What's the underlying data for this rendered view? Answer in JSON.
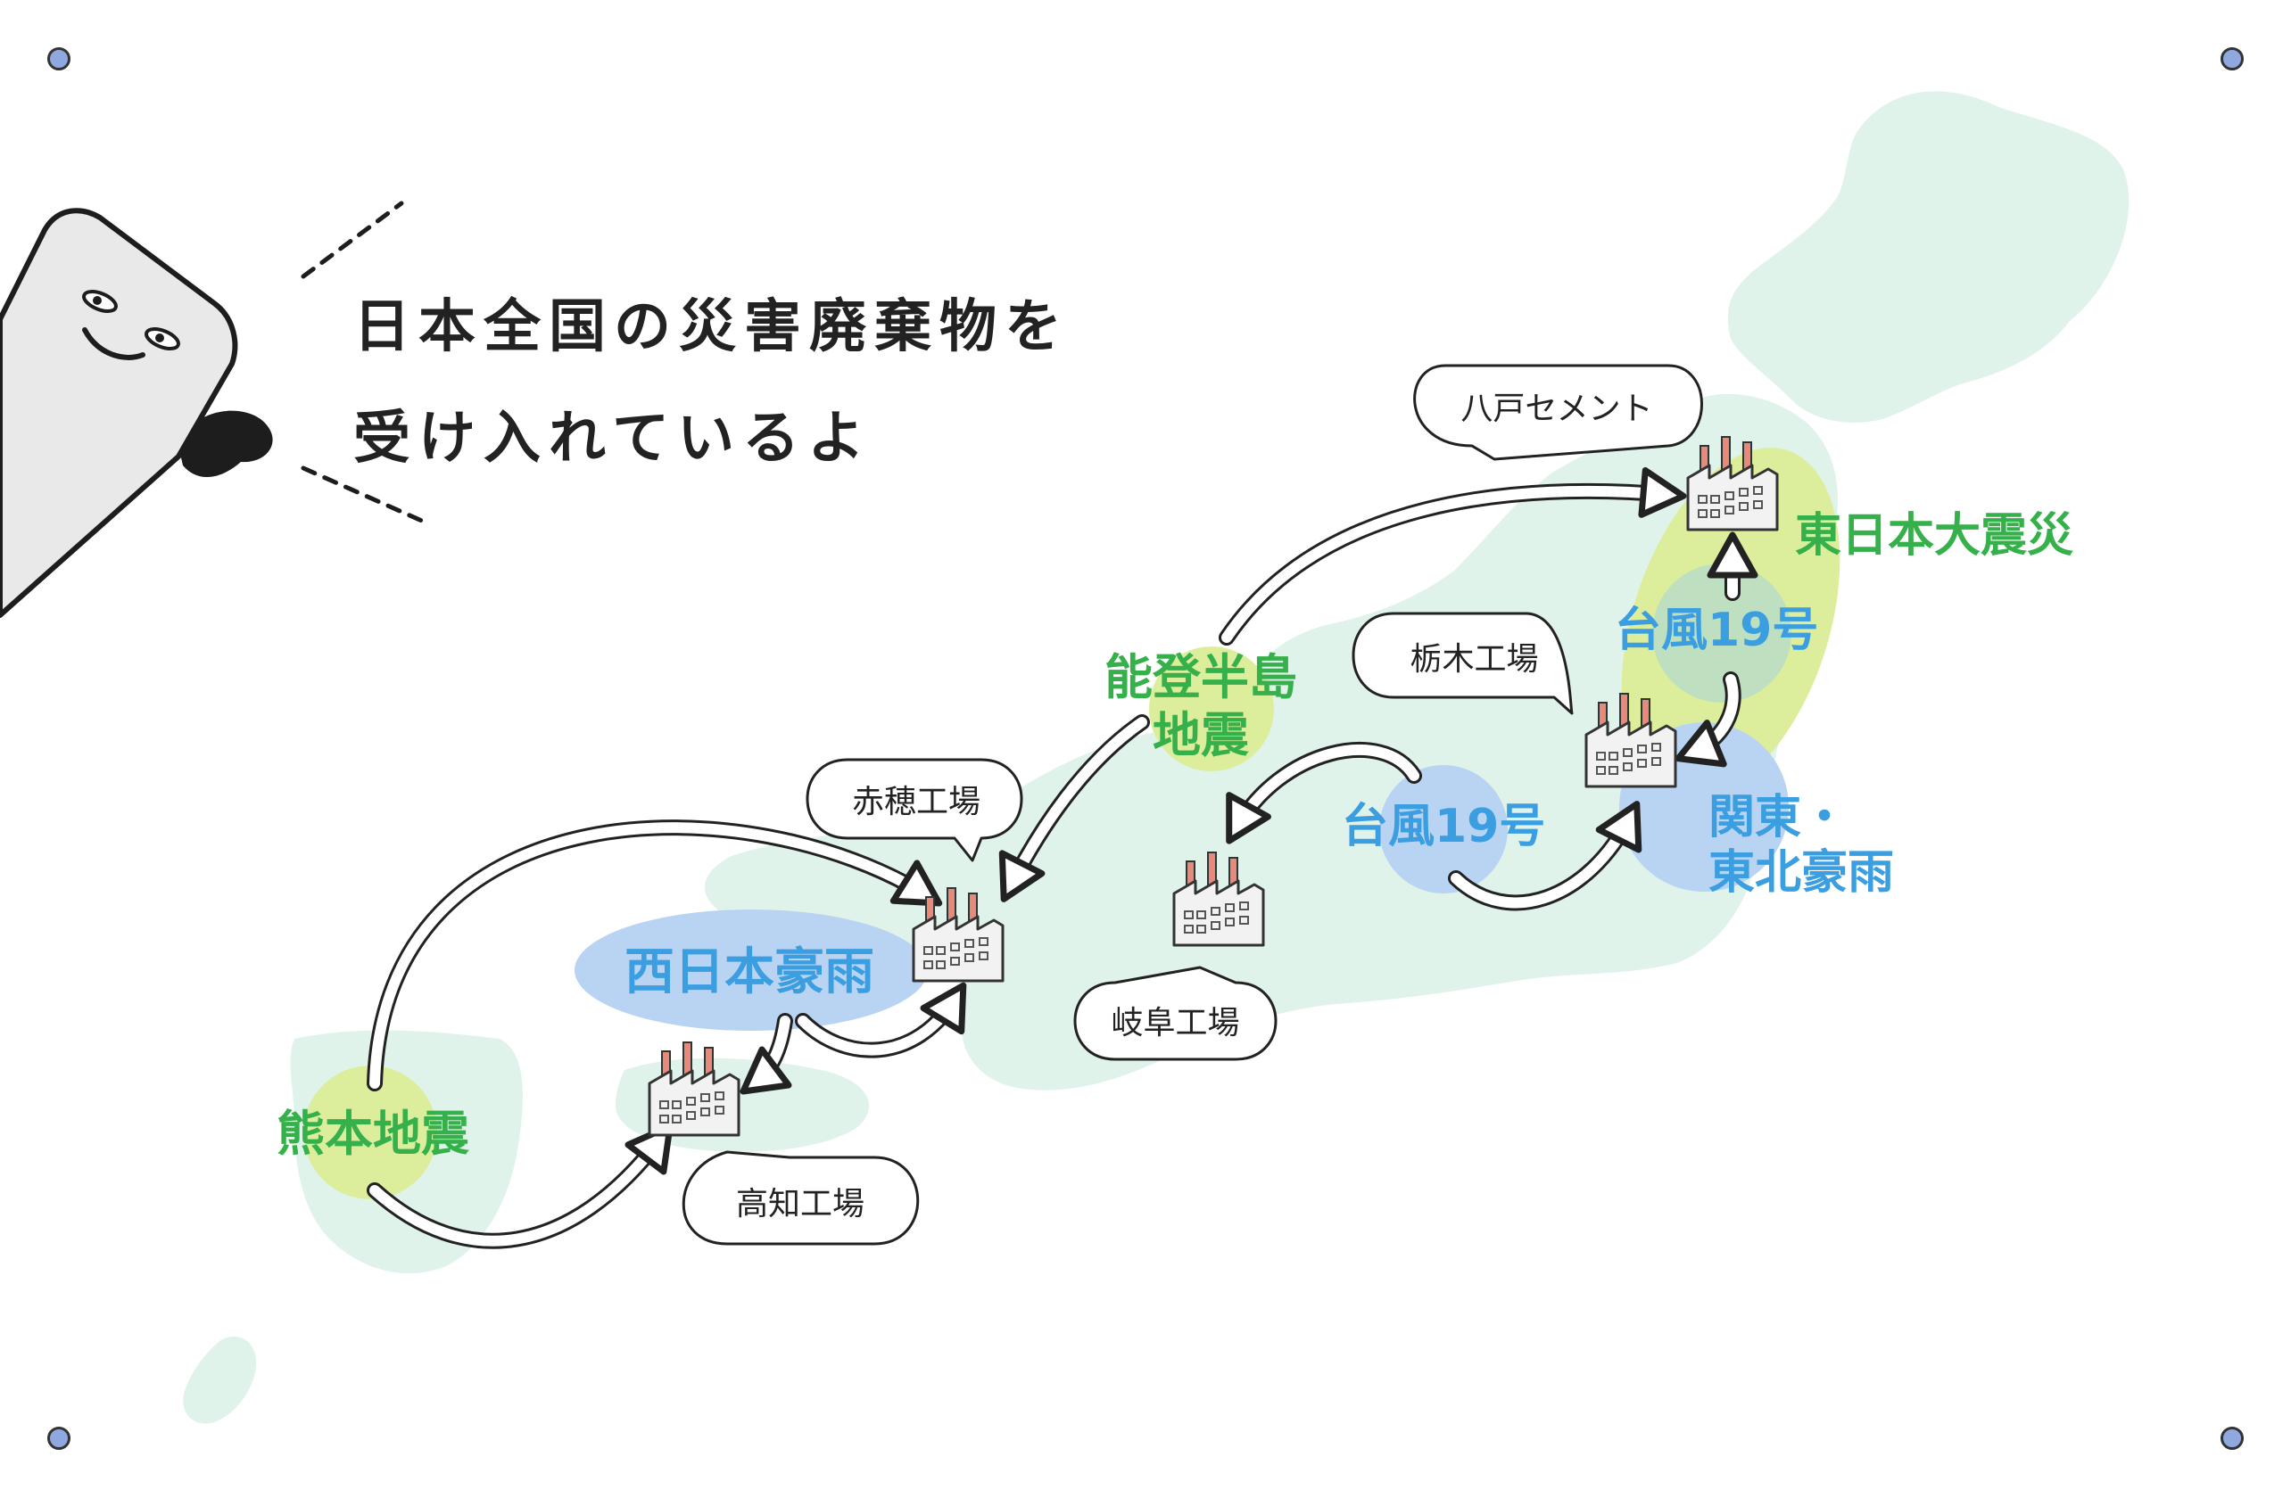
{
  "headline": {
    "line1": "日本全国の災害廃棄物を",
    "line2": "受け入れているよ"
  },
  "disasters": {
    "kumamoto": "熊本地震",
    "nishinihon": "西日本豪雨",
    "noto_line1": "能登半島",
    "noto_line2": "地震",
    "typhoon_central": "台風19号",
    "typhoon_north": "台風19号",
    "kanto_line1": "関東・",
    "kanto_line2": "東北豪雨",
    "higashinihon": "東日本大震災"
  },
  "factories": {
    "hachinohe": "八戸セメント",
    "tochigi": "栃木工場",
    "ako": "赤穂工場",
    "gifu": "岐阜工場",
    "kochi": "高知工場"
  },
  "colors": {
    "map": "#dff3ea",
    "disaster_green": "#36b04a",
    "disaster_blue": "#3a9ee0",
    "halo_green": "#dcee9c",
    "halo_blue": "#b9d3f2",
    "pin": "#8fa8e0"
  },
  "icons": {
    "mascot": "mascot-character",
    "factory": "factory-icon",
    "pin": "pin-icon"
  }
}
